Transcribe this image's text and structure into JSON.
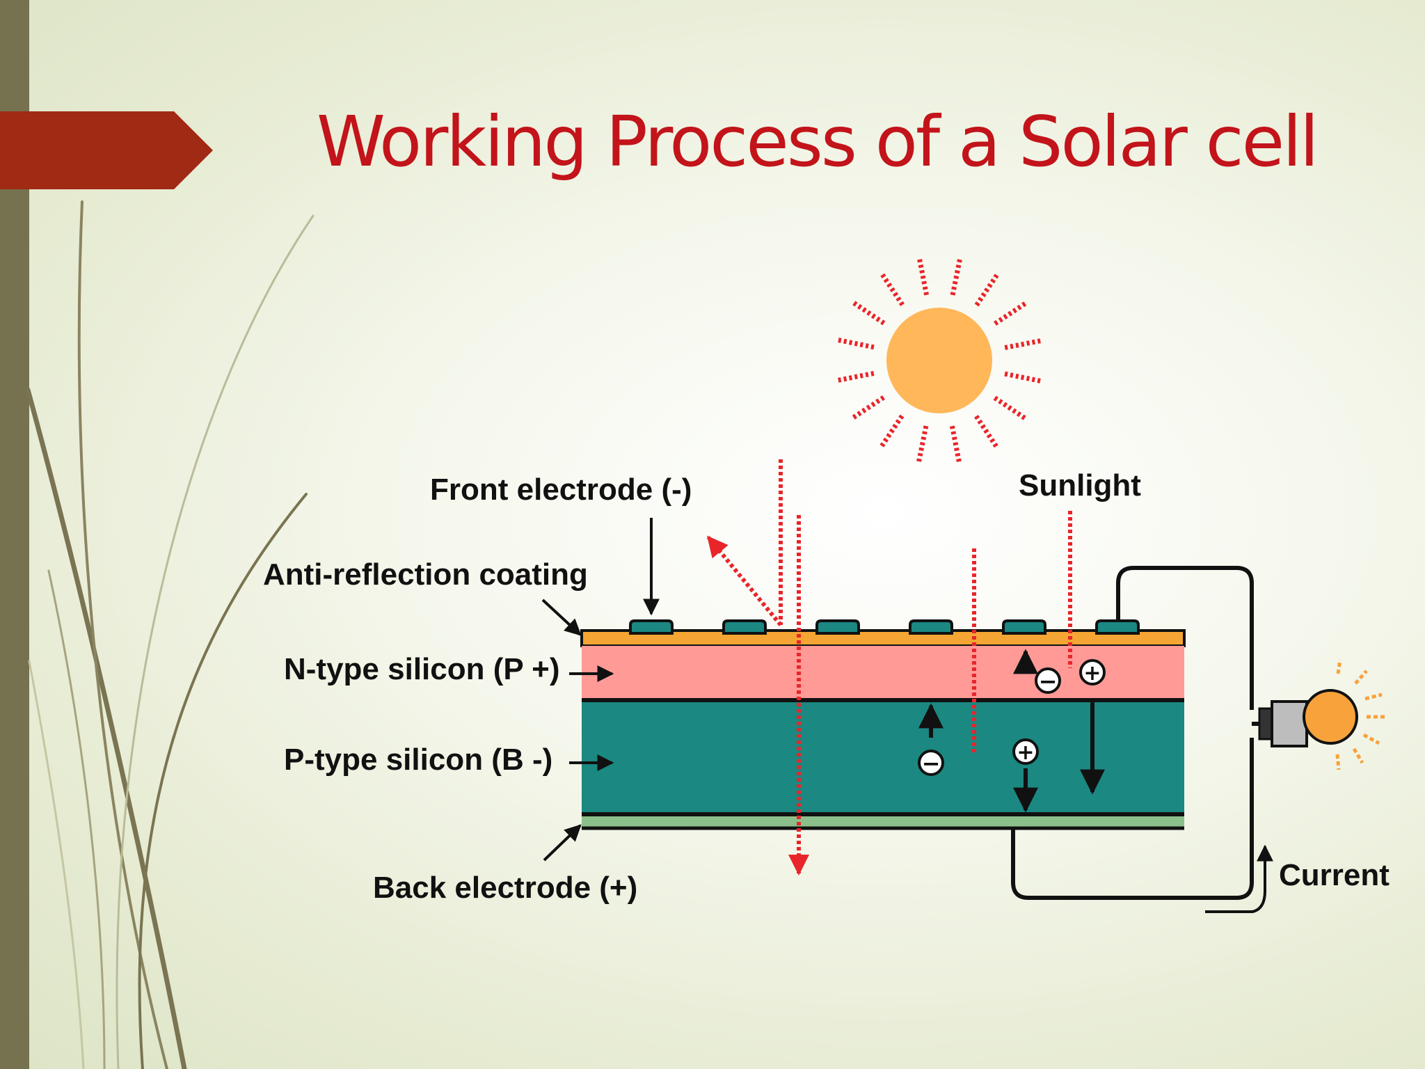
{
  "slide": {
    "title": "Working Process of a Solar cell"
  },
  "diagram": {
    "labels": {
      "front_electrode": "Front electrode (-)",
      "anti_reflection": "Anti-reflection coating",
      "n_type": "N-type silicon (P +)",
      "p_type": "P-type silicon (B -)",
      "back_electrode": "Back electrode (+)",
      "sunlight": "Sunlight",
      "current": "Current"
    },
    "charges": {
      "electron": "−",
      "hole": "+"
    }
  },
  "colors": {
    "title": "#c2141a",
    "accent_arrow": "#a02a14",
    "side_bar": "#76714f",
    "n_type": "#ff9a96",
    "p_type": "#1b8882",
    "coating": "#f5a533",
    "back_electrode": "#8cc08a",
    "sun": "#ffb75a",
    "rays": "#e8252a"
  }
}
